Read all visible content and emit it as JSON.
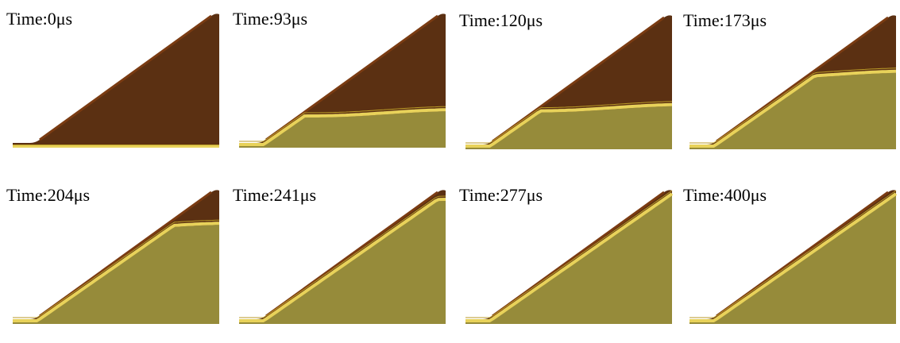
{
  "colors": {
    "explosive": "#5b3012",
    "explosive_edge": "#7a3b12",
    "liner": "#e8d25a",
    "liner_edge": "#b99a28",
    "product": "#968b3a",
    "background": "#ffffff"
  },
  "frames": [
    {
      "label": "Time:0μs",
      "progress": 0.0
    },
    {
      "label": "Time:93μs",
      "progress": 0.25
    },
    {
      "label": "Time:120μs",
      "progress": 0.3
    },
    {
      "label": "Time:173μs",
      "progress": 0.55
    },
    {
      "label": "Time:204μs",
      "progress": 0.72
    },
    {
      "label": "Time:241μs",
      "progress": 0.9
    },
    {
      "label": "Time:277μs",
      "progress": 0.98
    },
    {
      "label": "Time:400μs",
      "progress": 1.0
    }
  ]
}
